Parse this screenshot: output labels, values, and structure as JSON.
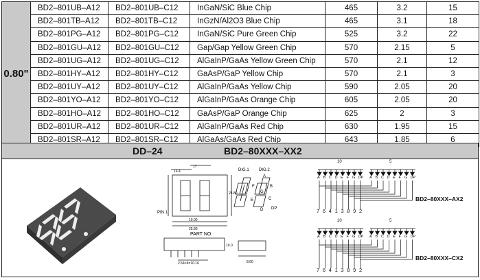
{
  "size_label": "0.80\"",
  "rows": [
    {
      "part_a": "BD2–801UB–A12",
      "part_c": "BD2–801UB–C12",
      "chip": "InGaN/SiC  Blue Chip",
      "wavelength": "465",
      "vf": "3.2",
      "iv": "15"
    },
    {
      "part_a": "BD2–801TB–A12",
      "part_c": "BD2–801TB–C12",
      "chip": "InGzN/Al2O3 Blue Chip",
      "wavelength": "465",
      "vf": "3.1",
      "iv": "18"
    },
    {
      "part_a": "BD2–801PG–A12",
      "part_c": "BD2–801PG–C12",
      "chip": "InGaN/SiC Pure Green  Chip",
      "wavelength": "525",
      "vf": "3.2",
      "iv": "22"
    },
    {
      "part_a": "BD2–801GU–A12",
      "part_c": "BD2–801GU–C12",
      "chip": "Gap/Gap Yellow Green  Chip",
      "wavelength": "570",
      "vf": "2.15",
      "iv": "5"
    },
    {
      "part_a": "BD2–801UG–A12",
      "part_c": "BD2–801UG–C12",
      "chip": "AlGaInP/GaAs Yellow Green Chip",
      "wavelength": "570",
      "vf": "2.1",
      "iv": "12"
    },
    {
      "part_a": "BD2–801HY–A12",
      "part_c": "BD2–801HY–C12",
      "chip": "GaAsP/GaP Yellow  Chip",
      "wavelength": "570",
      "vf": "2.1",
      "iv": "3"
    },
    {
      "part_a": "BD2–801UY–A12",
      "part_c": "BD2–801UY–C12",
      "chip": "AlGaInP/GaAs Yellow  Chip",
      "wavelength": "590",
      "vf": "2.05",
      "iv": "20"
    },
    {
      "part_a": "BD2–801YO–A12",
      "part_c": "BD2–801YO–C12",
      "chip": "AlGaInP/GaAs Orange  Chip",
      "wavelength": "605",
      "vf": "2.05",
      "iv": "20"
    },
    {
      "part_a": "BD2–801HO–A12",
      "part_c": "BD2–801HO–C12",
      "chip": "GaAsP/GaP Orange  Chip",
      "wavelength": "625",
      "vf": "2",
      "iv": "3"
    },
    {
      "part_a": "BD2–801UR–A12",
      "part_c": "BD2–801UR–C12",
      "chip": "AlGaInP/GaAs Red  Chip",
      "wavelength": "630",
      "vf": "1.95",
      "iv": "15"
    },
    {
      "part_a": "BD2–801SR–A12",
      "part_c": "BD2–801SR–C12",
      "chip": "AlGaAs/GaAs Red  Chip",
      "wavelength": "643",
      "vf": "1.85",
      "iv": "6"
    }
  ],
  "package": {
    "code": "DD–24",
    "series": "BD2–80XXX–XX2"
  },
  "drawing": {
    "dim_top_a": "16.4",
    "dim_top_b": "17",
    "dim_h": "25.80",
    "dim_w1": "19.00",
    "dim_w2": "25.80",
    "pin1": "PIN 1",
    "part_no": "PART NO.",
    "dim_side": "10.0",
    "dim_pitch": "2.54×4=10.16",
    "dim_base": "8.00",
    "dig1": "DIG.1",
    "dig2": "DIG.2",
    "seg_a": "A",
    "seg_b": "B",
    "seg_c": "C",
    "seg_d": "D",
    "seg_e": "E",
    "seg_f": "F",
    "seg_g": "G",
    "seg_dp": "DP"
  },
  "circuits": [
    {
      "label": "BD2–80XXX–AX2",
      "com1": "10",
      "com2": "5",
      "pins": "7 6 4 1 3 8 9 2"
    },
    {
      "label": "BD2–80XXX–CX2",
      "com1": "10",
      "com2": "5",
      "pins": "7 6 4 1 3 8 9 2"
    }
  ],
  "colors": {
    "header_gray": "#c9c9c9",
    "display_body": "#5f5f5f",
    "segment": "#eeeeee"
  }
}
